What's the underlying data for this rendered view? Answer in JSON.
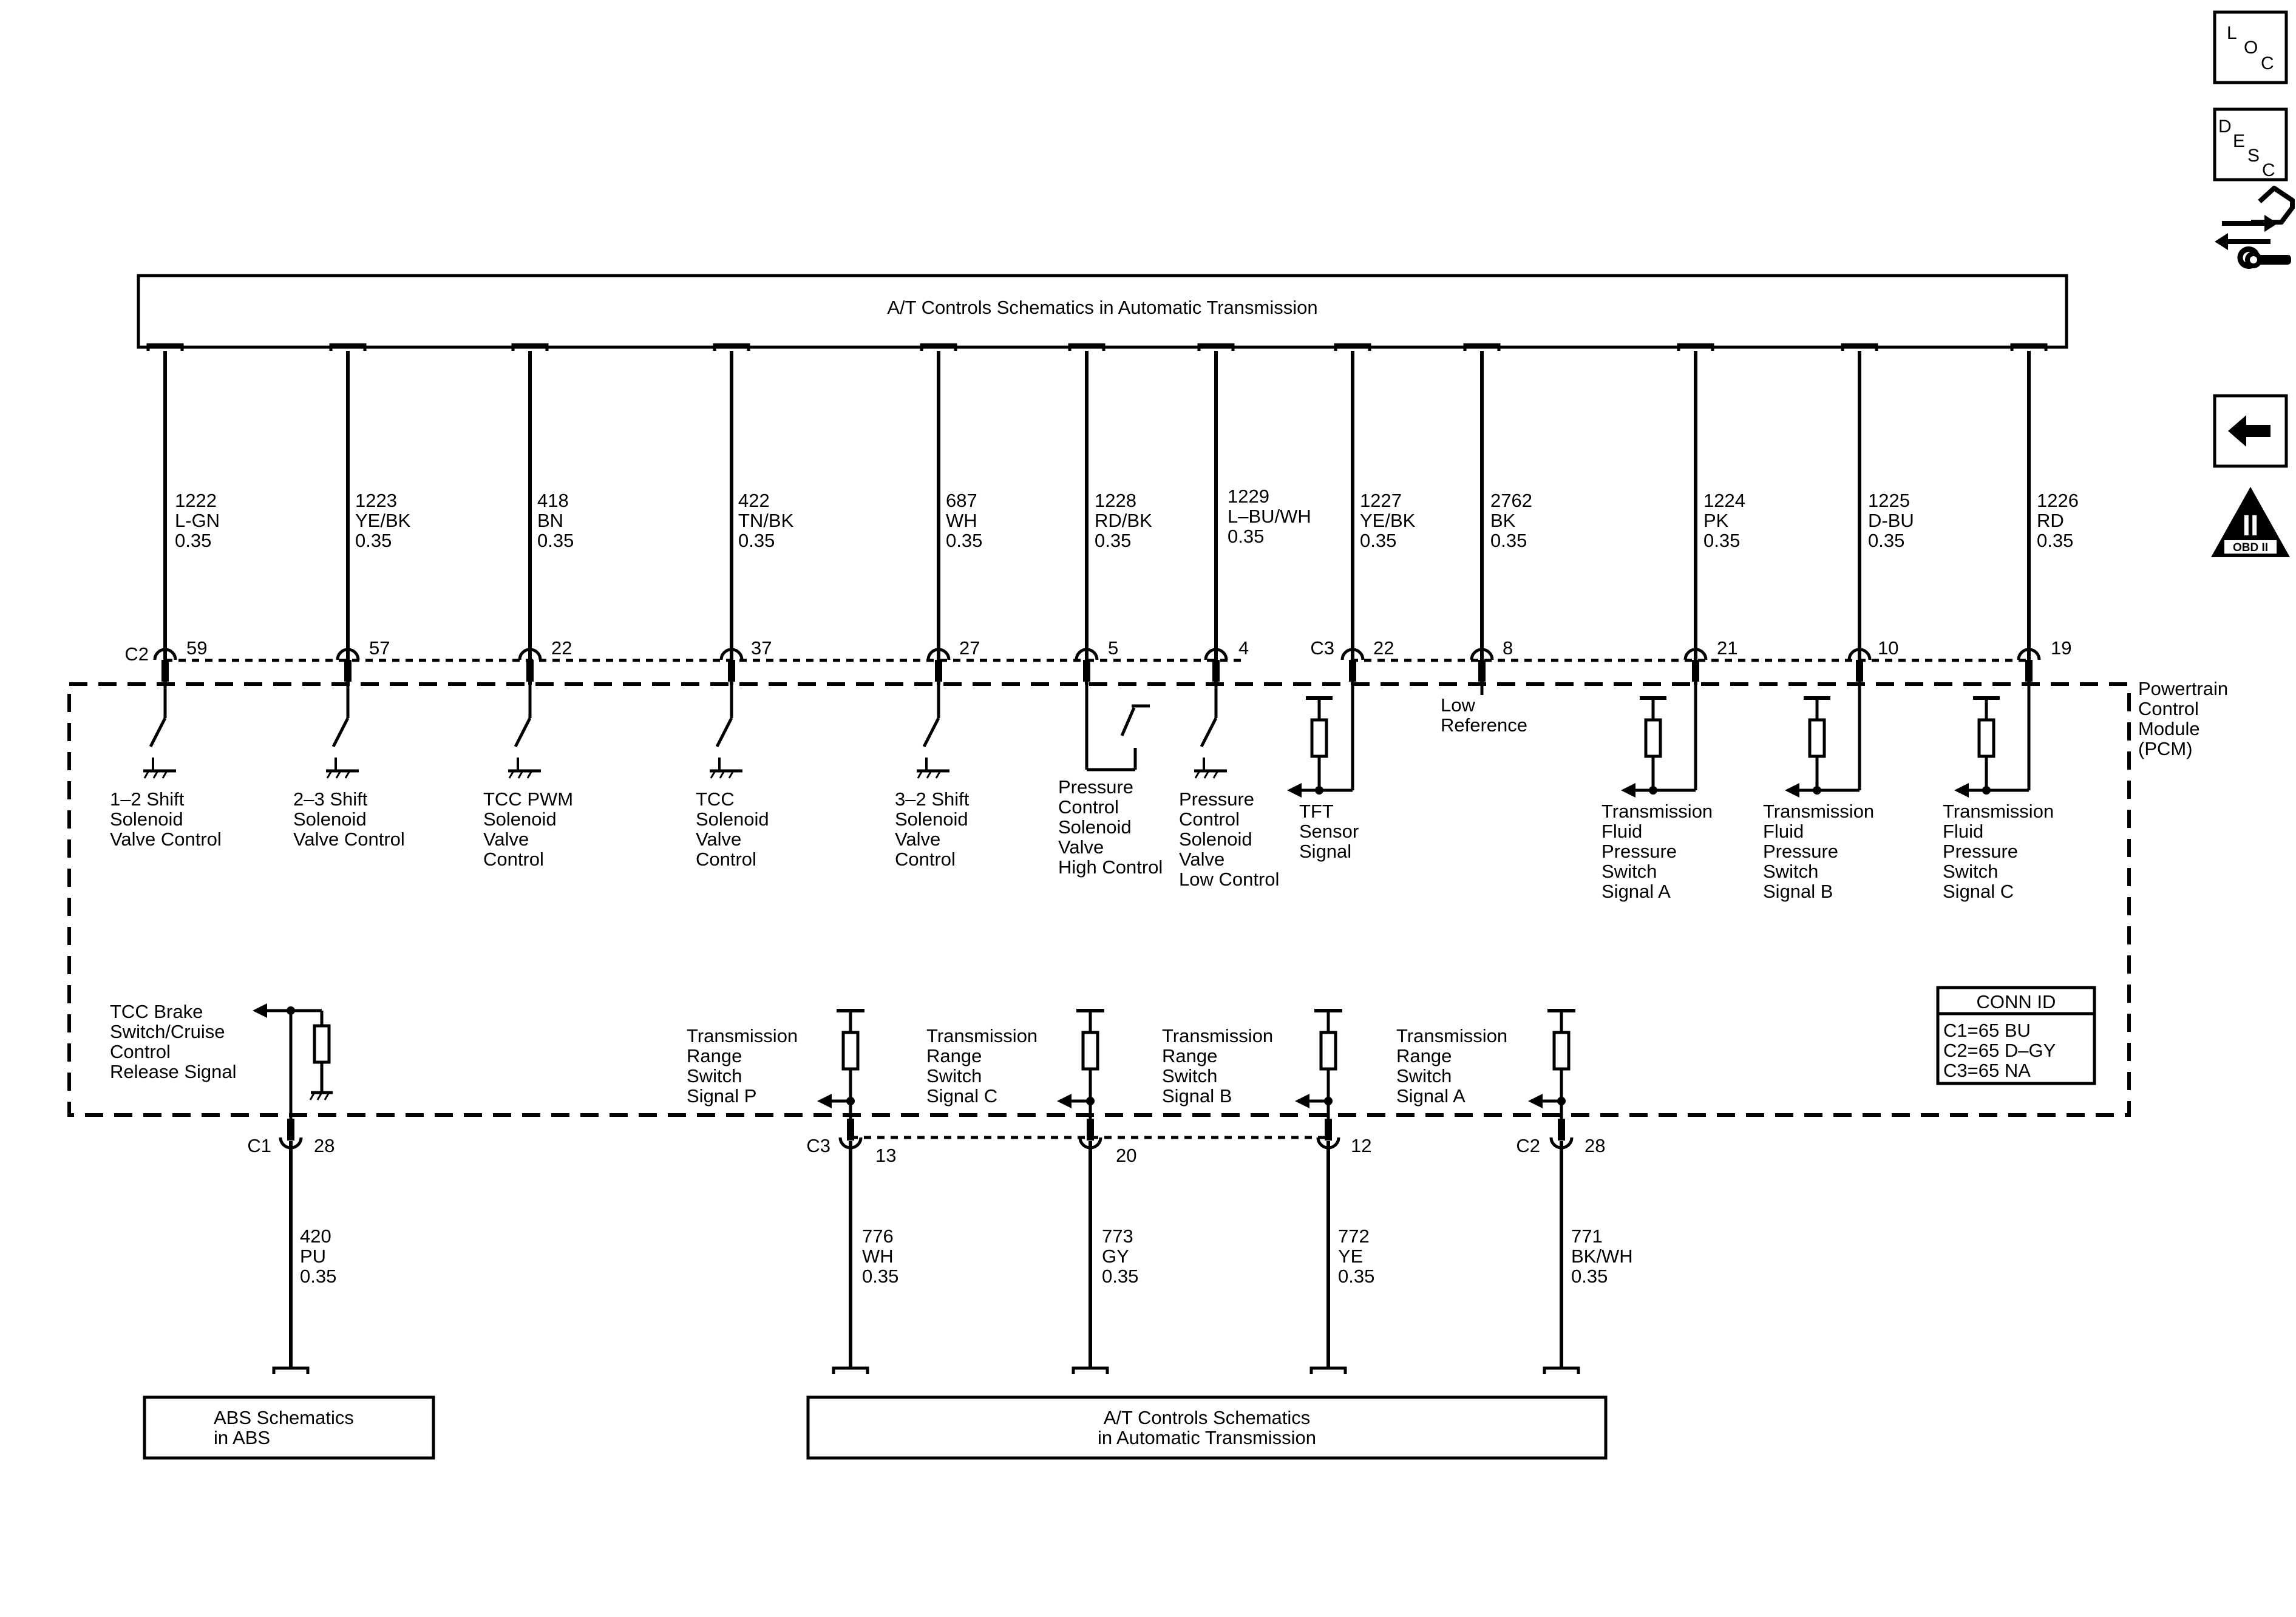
{
  "top_box": {
    "label": "A/T Controls Schematics in Automatic Transmission"
  },
  "module_name": [
    "Powertrain",
    "Control",
    "Module",
    "(PCM)"
  ],
  "top_wires": [
    {
      "circuit": "1222",
      "color": "L-GN",
      "gauge": "0.35",
      "conn": "C2",
      "pin": "59",
      "func": [
        "1–2 Shift",
        "Solenoid",
        "Valve Control"
      ]
    },
    {
      "circuit": "1223",
      "color": "YE/BK",
      "gauge": "0.35",
      "conn": "",
      "pin": "57",
      "func": [
        "2–3 Shift",
        "Solenoid",
        "Valve Control"
      ]
    },
    {
      "circuit": "418",
      "color": "BN",
      "gauge": "0.35",
      "conn": "",
      "pin": "22",
      "func": [
        "TCC PWM",
        "Solenoid",
        "Valve",
        "Control"
      ]
    },
    {
      "circuit": "422",
      "color": "TN/BK",
      "gauge": "0.35",
      "conn": "",
      "pin": "37",
      "func": [
        "TCC",
        "Solenoid",
        "Valve",
        "Control"
      ]
    },
    {
      "circuit": "687",
      "color": "WH",
      "gauge": "0.35",
      "conn": "",
      "pin": "27",
      "func": [
        "3–2 Shift",
        "Solenoid",
        "Valve",
        "Control"
      ]
    },
    {
      "circuit": "1228",
      "color": "RD/BK",
      "gauge": "0.35",
      "conn": "",
      "pin": "5",
      "func": [
        "Pressure",
        "Control",
        "Solenoid",
        "Valve",
        "High Control"
      ]
    },
    {
      "circuit": "1229",
      "color": "L–BU/WH",
      "gauge": "0.35",
      "conn": "",
      "pin": "4",
      "func": [
        "Pressure",
        "Control",
        "Solenoid",
        "Valve",
        "Low Control"
      ]
    },
    {
      "circuit": "1227",
      "color": "YE/BK",
      "gauge": "0.35",
      "conn": "C3",
      "pin": "22",
      "func": [
        "TFT",
        "Sensor",
        "Signal"
      ]
    },
    {
      "circuit": "2762",
      "color": "BK",
      "gauge": "0.35",
      "conn": "",
      "pin": "8",
      "func": [
        "Low",
        "Reference"
      ]
    },
    {
      "circuit": "1224",
      "color": "PK",
      "gauge": "0.35",
      "conn": "",
      "pin": "21",
      "func": [
        "Transmission",
        "Fluid",
        "Pressure",
        "Switch",
        "Signal A"
      ]
    },
    {
      "circuit": "1225",
      "color": "D-BU",
      "gauge": "0.35",
      "conn": "",
      "pin": "10",
      "func": [
        "Transmission",
        "Fluid",
        "Pressure",
        "Switch",
        "Signal B"
      ]
    },
    {
      "circuit": "1226",
      "color": "RD",
      "gauge": "0.35",
      "conn": "",
      "pin": "19",
      "func": [
        "Transmission",
        "Fluid",
        "Pressure",
        "Switch",
        "Signal C"
      ]
    }
  ],
  "bottom_wires": [
    {
      "circuit": "420",
      "color": "PU",
      "gauge": "0.35",
      "conn": "C1",
      "pin": "28",
      "func": [
        "TCC Brake",
        "Switch/Cruise",
        "Control",
        "Release Signal"
      ]
    },
    {
      "circuit": "776",
      "color": "WH",
      "gauge": "0.35",
      "conn": "C3",
      "pin": "13",
      "func": [
        "Transmission",
        "Range",
        "Switch",
        "Signal P"
      ]
    },
    {
      "circuit": "773",
      "color": "GY",
      "gauge": "0.35",
      "conn": "",
      "pin": "20",
      "func": [
        "Transmission",
        "Range",
        "Switch",
        "Signal C"
      ]
    },
    {
      "circuit": "772",
      "color": "YE",
      "gauge": "0.35",
      "conn": "",
      "pin": "12",
      "func": [
        "Transmission",
        "Range",
        "Switch",
        "Signal B"
      ]
    },
    {
      "circuit": "771",
      "color": "BK/WH",
      "gauge": "0.35",
      "conn": "C2",
      "pin": "28",
      "func": [
        "Transmission",
        "Range",
        "Switch",
        "Signal A"
      ]
    }
  ],
  "bottom_boxes": [
    {
      "lines": [
        "ABS Schematics",
        "in ABS"
      ]
    },
    {
      "lines": [
        "A/T Controls Schematics",
        "in Automatic Transmission"
      ]
    }
  ],
  "conn_id": {
    "title": "CONN ID",
    "lines": [
      "C1=65 BU",
      "C2=65 D–GY",
      "C3=65 NA"
    ]
  },
  "side_icons": {
    "loc": [
      "L",
      "O",
      "C"
    ],
    "desc": [
      "D",
      "E",
      "S",
      "C"
    ],
    "obd": {
      "numeral": "II",
      "label": "OBD II"
    },
    "icon_names": [
      "loc-icon",
      "desc-icon",
      "component-view-icon",
      "back-arrow-icon",
      "obd-ii-icon"
    ]
  }
}
